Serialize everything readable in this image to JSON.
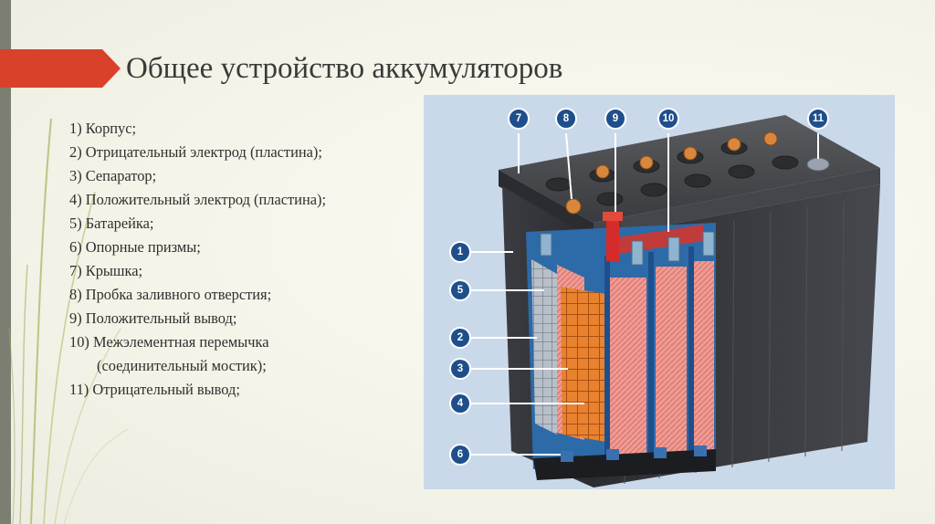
{
  "slide": {
    "title": "Общее устройство аккумуляторов",
    "accent_color": "#d9412b",
    "legend": [
      {
        "marker": "1)",
        "text": "Корпус;"
      },
      {
        "marker": "2)",
        "text": "Отрицательный электрод (пластина);"
      },
      {
        "marker": "3)",
        "text": "Сепаратор;"
      },
      {
        "marker": "4)",
        "text": "Положительный электрод (пластина);"
      },
      {
        "marker": "5)",
        "text": "Батарейка;"
      },
      {
        "marker": "6)",
        "text": "Опорные призмы;"
      },
      {
        "marker": "7)",
        "text": "Крышка;"
      },
      {
        "marker": "8)",
        "text": "Пробка заливного отверстия;"
      },
      {
        "marker": "9)",
        "text": "Положительный вывод;"
      },
      {
        "marker": "10)",
        "text": "Межэлементная перемычка",
        "continuation": "(соединительный мостик);"
      },
      {
        "marker": "11)",
        "text": "Отрицательный вывод;"
      }
    ]
  },
  "figure": {
    "callouts": [
      "7",
      "8",
      "9",
      "10",
      "11",
      "1",
      "5",
      "2",
      "3",
      "4",
      "6"
    ],
    "callout_color": "#1e4f8c"
  }
}
